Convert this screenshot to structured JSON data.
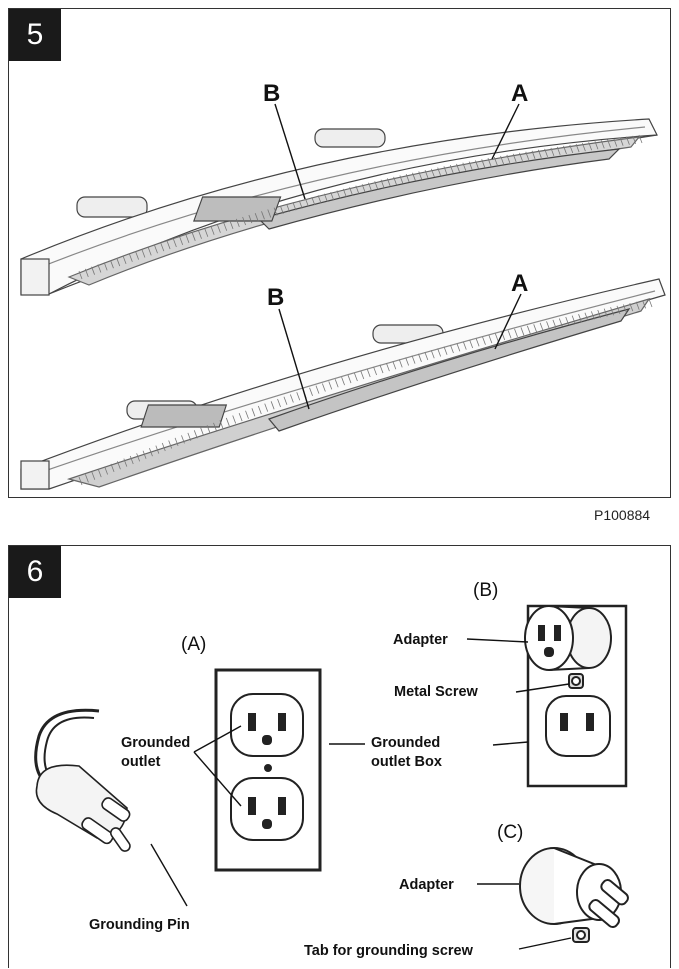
{
  "figure5": {
    "number": "5",
    "label_a_top": "A",
    "label_b_top": "B",
    "label_a_bottom": "A",
    "label_b_bottom": "B",
    "code": "P100884"
  },
  "figure6": {
    "number": "6",
    "section_a": "(A)",
    "section_b": "(B)",
    "section_c": "(C)",
    "grounded_outlet_line1": "Grounded",
    "grounded_outlet_line2": "outlet",
    "grounded_box_line1": "Grounded",
    "grounded_box_line2": "outlet Box",
    "grounding_pin": "Grounding Pin",
    "adapter_b": "Adapter",
    "metal_screw": "Metal Screw",
    "adapter_c": "Adapter",
    "tab_screw": "Tab for grounding screw"
  }
}
